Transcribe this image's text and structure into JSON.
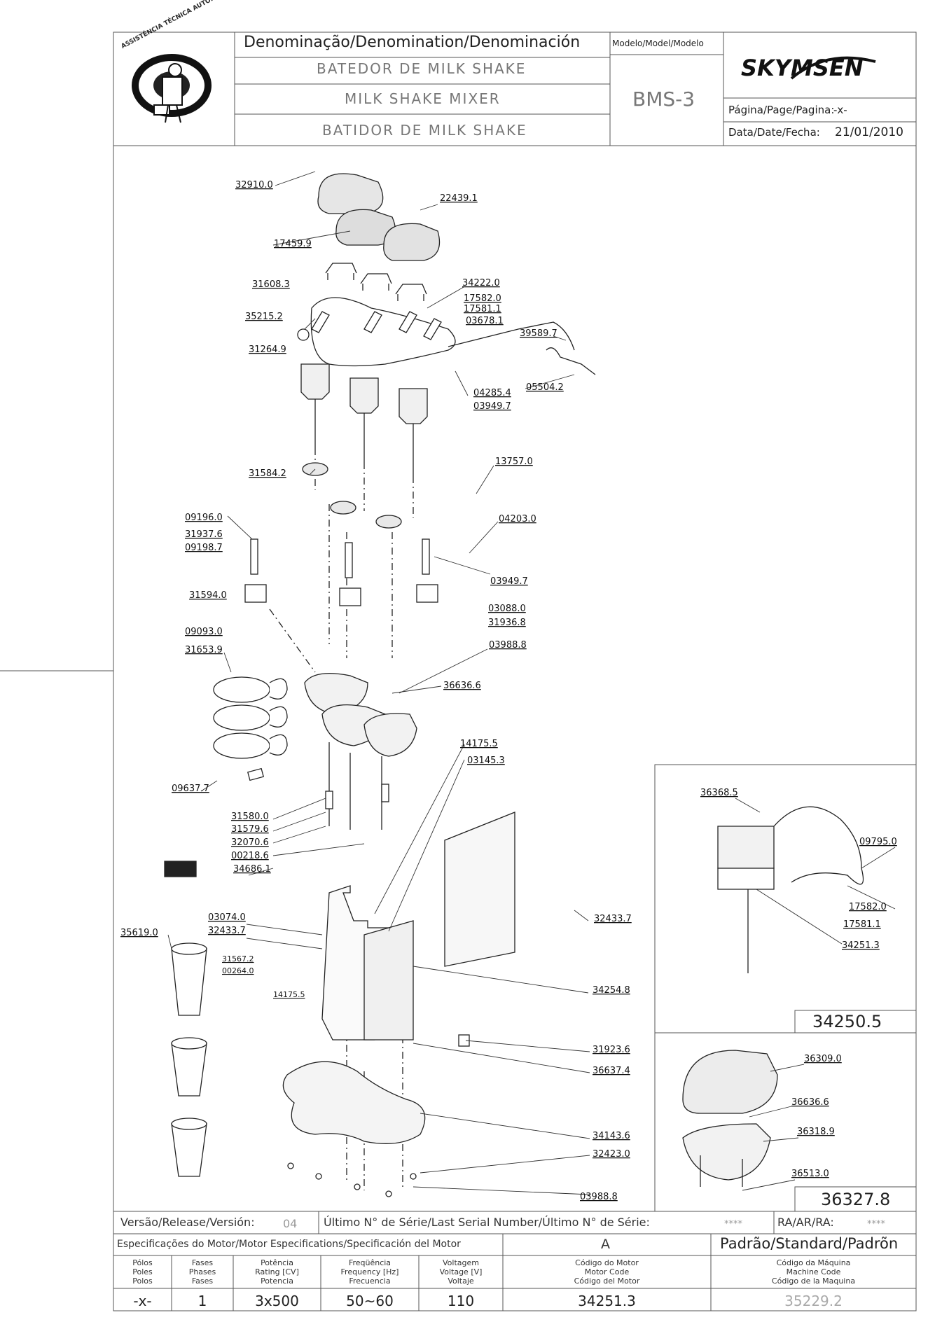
{
  "header": {
    "badge_text": "ASSISTÊNCIA TÉCNICA AUTORIZADA",
    "denomination_label": "Denominação/Denomination/Denominación",
    "model_label": "Modelo/Model/Modelo",
    "names": [
      "BATEDOR DE MILK SHAKE",
      "MILK SHAKE MIXER",
      "BATIDOR DE MILK SHAKE"
    ],
    "model": "BMS-3",
    "brand": "SKYMSEN",
    "page_label": "Página/Page/Pagina:",
    "page_value": "-x-",
    "date_label": "Data/Date/Fecha:",
    "date_value": "21/01/2010"
  },
  "diagram": {
    "part_labels": [
      "32910.0",
      "22439.1",
      "17459.9",
      "31608.3",
      "34222.0",
      "17582.0",
      "17581.1",
      "03678.1",
      "35215.2",
      "39589.7",
      "31264.9",
      "04285.4",
      "03949.7",
      "05504.2",
      "31584.2",
      "13757.0",
      "09196.0",
      "31937.6",
      "09198.7",
      "04203.0",
      "03949.7",
      "31594.0",
      "03088.0",
      "31936.8",
      "09093.0",
      "31653.9",
      "03988.8",
      "36636.6",
      "14175.5",
      "03145.3",
      "09637.7",
      "31580.0",
      "31579.6",
      "32070.6",
      "00218.6",
      "34686.1",
      "03074.0",
      "32433.7",
      "35619.0",
      "31567.2",
      "00264.0",
      "14175.5",
      "32433.7",
      "34254.8",
      "31923.6",
      "36637.4",
      "34143.6",
      "32423.0",
      "03988.8"
    ],
    "inset_top": {
      "labels": [
        "36368.5",
        "09795.0",
        "17582.0",
        "17581.1",
        "34251.3"
      ],
      "code": "34250.5"
    },
    "inset_bottom": {
      "labels": [
        "36309.0",
        "36636.6",
        "36318.9",
        "36513.0"
      ],
      "code": "36327.8"
    }
  },
  "footer": {
    "version_label": "Versão/Release/Versión:",
    "version_value": "04",
    "serial_label": "Último N° de Série/Last Serial Number/Último N° de Série:",
    "serial_value": "****",
    "ra_label": "RA/AR/RA:",
    "ra_value": "****",
    "motor_spec_label": "Especificações do Motor/Motor Especifications/Specificación del Motor",
    "motor_letter": "A",
    "standard_label": "Padrão/Standard/Padrõn",
    "spec_headers": [
      "Pólos\nPoles\nPolos",
      "Fases\nPhases\nFases",
      "Potência\nRating [CV]\nPotencia",
      "Freqüência\nFrequency [Hz]\nFrecuencia",
      "Voltagem\nVoltage [V]\nVoltaje",
      "Código do Motor\nMotor Code\nCódigo del Motor",
      "Código da Máquina\nMachine Code\nCódigo de la Maquina"
    ],
    "spec_values": [
      "-x-",
      "1",
      "3x500",
      "50~60",
      "110",
      "34251.3",
      "35229.2"
    ]
  }
}
